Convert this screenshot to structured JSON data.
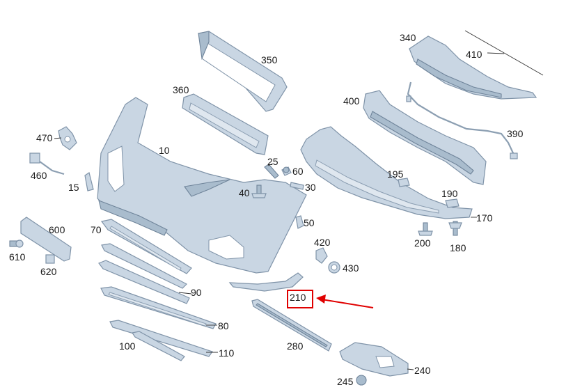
{
  "labels": {
    "p10": "10",
    "p15": "15",
    "p25": "25",
    "p30": "30",
    "p40": "40",
    "p50": "50",
    "p60": "60",
    "p70": "70",
    "p80": "80",
    "p90": "90",
    "p100": "100",
    "p110": "110",
    "p170": "170",
    "p180": "180",
    "p190": "190",
    "p195": "195",
    "p200": "200",
    "p210": "210",
    "p240": "240",
    "p245": "245",
    "p280": "280",
    "p340": "340",
    "p350": "350",
    "p360": "360",
    "p390": "390",
    "p400": "400",
    "p410": "410",
    "p420": "420",
    "p430": "430",
    "p460": "460",
    "p470": "470",
    "p600": "600",
    "p610": "610",
    "p620": "620"
  },
  "colors": {
    "part_fill": "#c9d6e3",
    "part_stroke": "#7f93a8",
    "highlight": "#e00000"
  }
}
